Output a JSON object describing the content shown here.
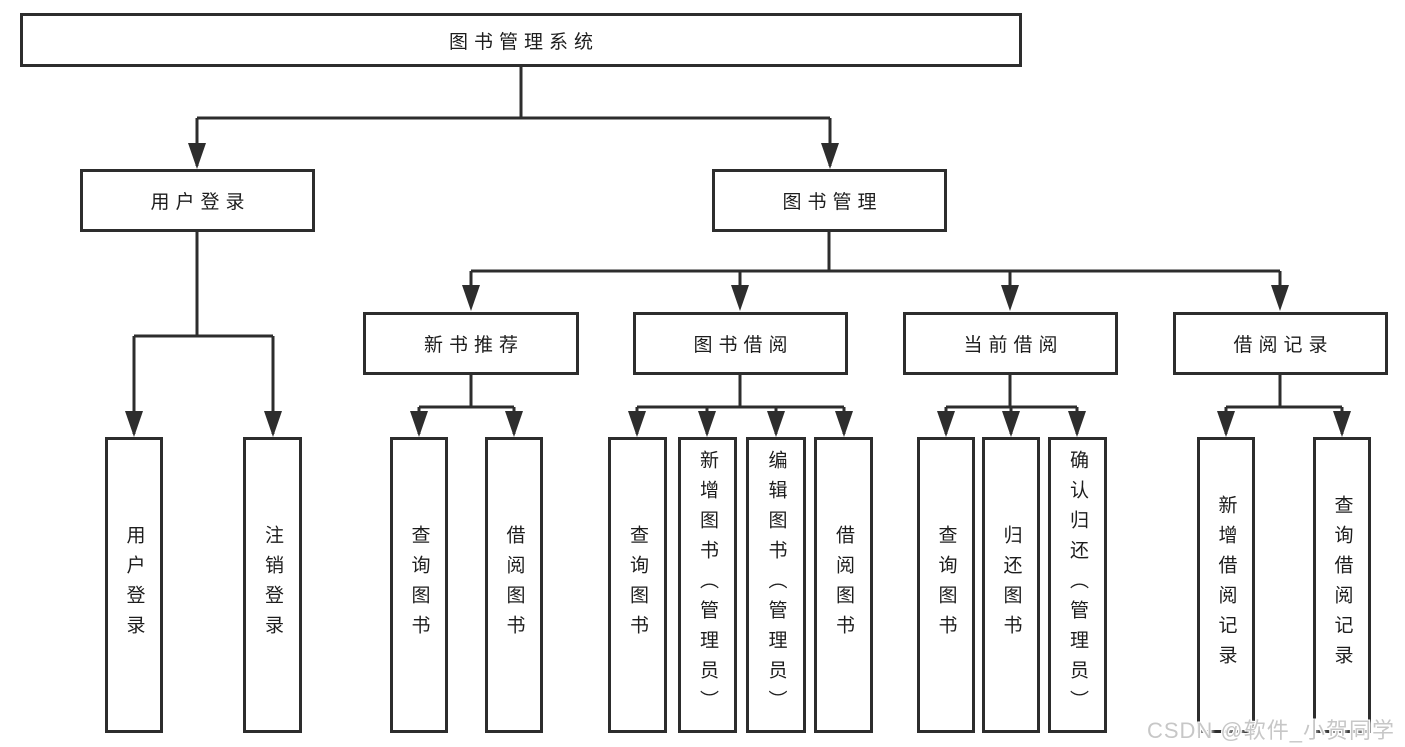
{
  "diagram_type": "hierarchy",
  "colors": {
    "line": "#2d2d2d",
    "box_border": "#2d2d2d",
    "box_fill": "#ffffff",
    "text": "#1d1d1d",
    "background": "#ffffff",
    "watermark": "#c7c7c7"
  },
  "watermark": "CSDN @软件_小贺同学",
  "tree": {
    "root": {
      "label": "图书管理系统"
    },
    "branches": [
      {
        "label": "用户登录",
        "children": [
          {
            "label": "用户登录"
          },
          {
            "label": "注销登录"
          }
        ]
      },
      {
        "label": "图书管理",
        "children": [
          {
            "label": "新书推荐",
            "children": [
              {
                "label": "查询图书"
              },
              {
                "label": "借阅图书"
              }
            ]
          },
          {
            "label": "图书借阅",
            "children": [
              {
                "label": "查询图书"
              },
              {
                "label": "新增图书（管理员）"
              },
              {
                "label": "编辑图书（管理员）"
              },
              {
                "label": "借阅图书"
              }
            ]
          },
          {
            "label": "当前借阅",
            "children": [
              {
                "label": "查询图书"
              },
              {
                "label": "归还图书"
              },
              {
                "label": "确认归还（管理员）"
              }
            ]
          },
          {
            "label": "借阅记录",
            "children": [
              {
                "label": "新增借阅记录"
              },
              {
                "label": "查询借阅记录"
              }
            ]
          }
        ]
      }
    ]
  }
}
